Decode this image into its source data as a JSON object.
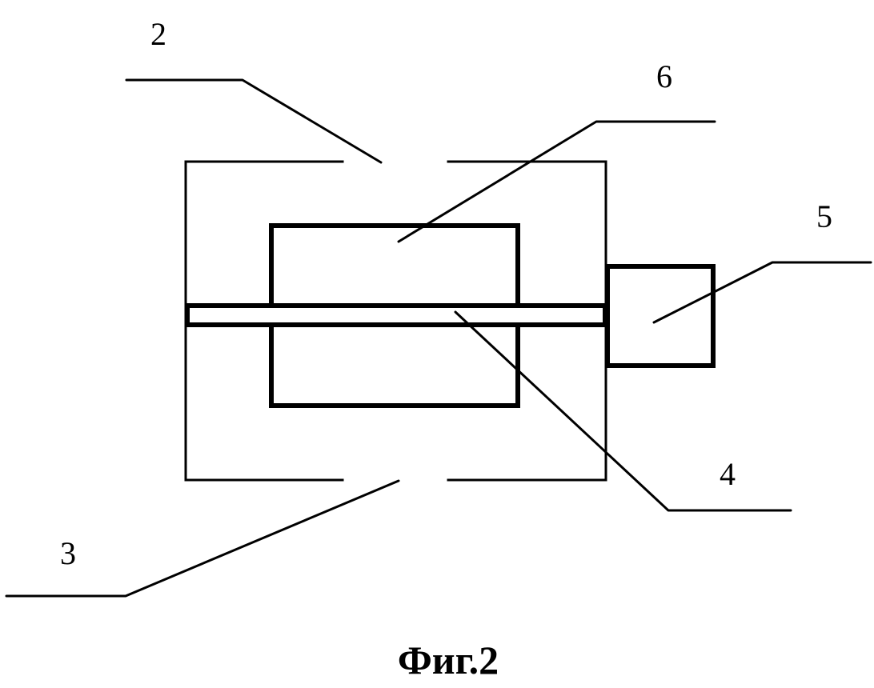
{
  "figure": {
    "caption": "Фиг.2",
    "references": {
      "housing_top_opening": "2",
      "housing_bottom_opening": "3",
      "shaft": "4",
      "drive_unit": "5",
      "rotor": "6"
    }
  }
}
